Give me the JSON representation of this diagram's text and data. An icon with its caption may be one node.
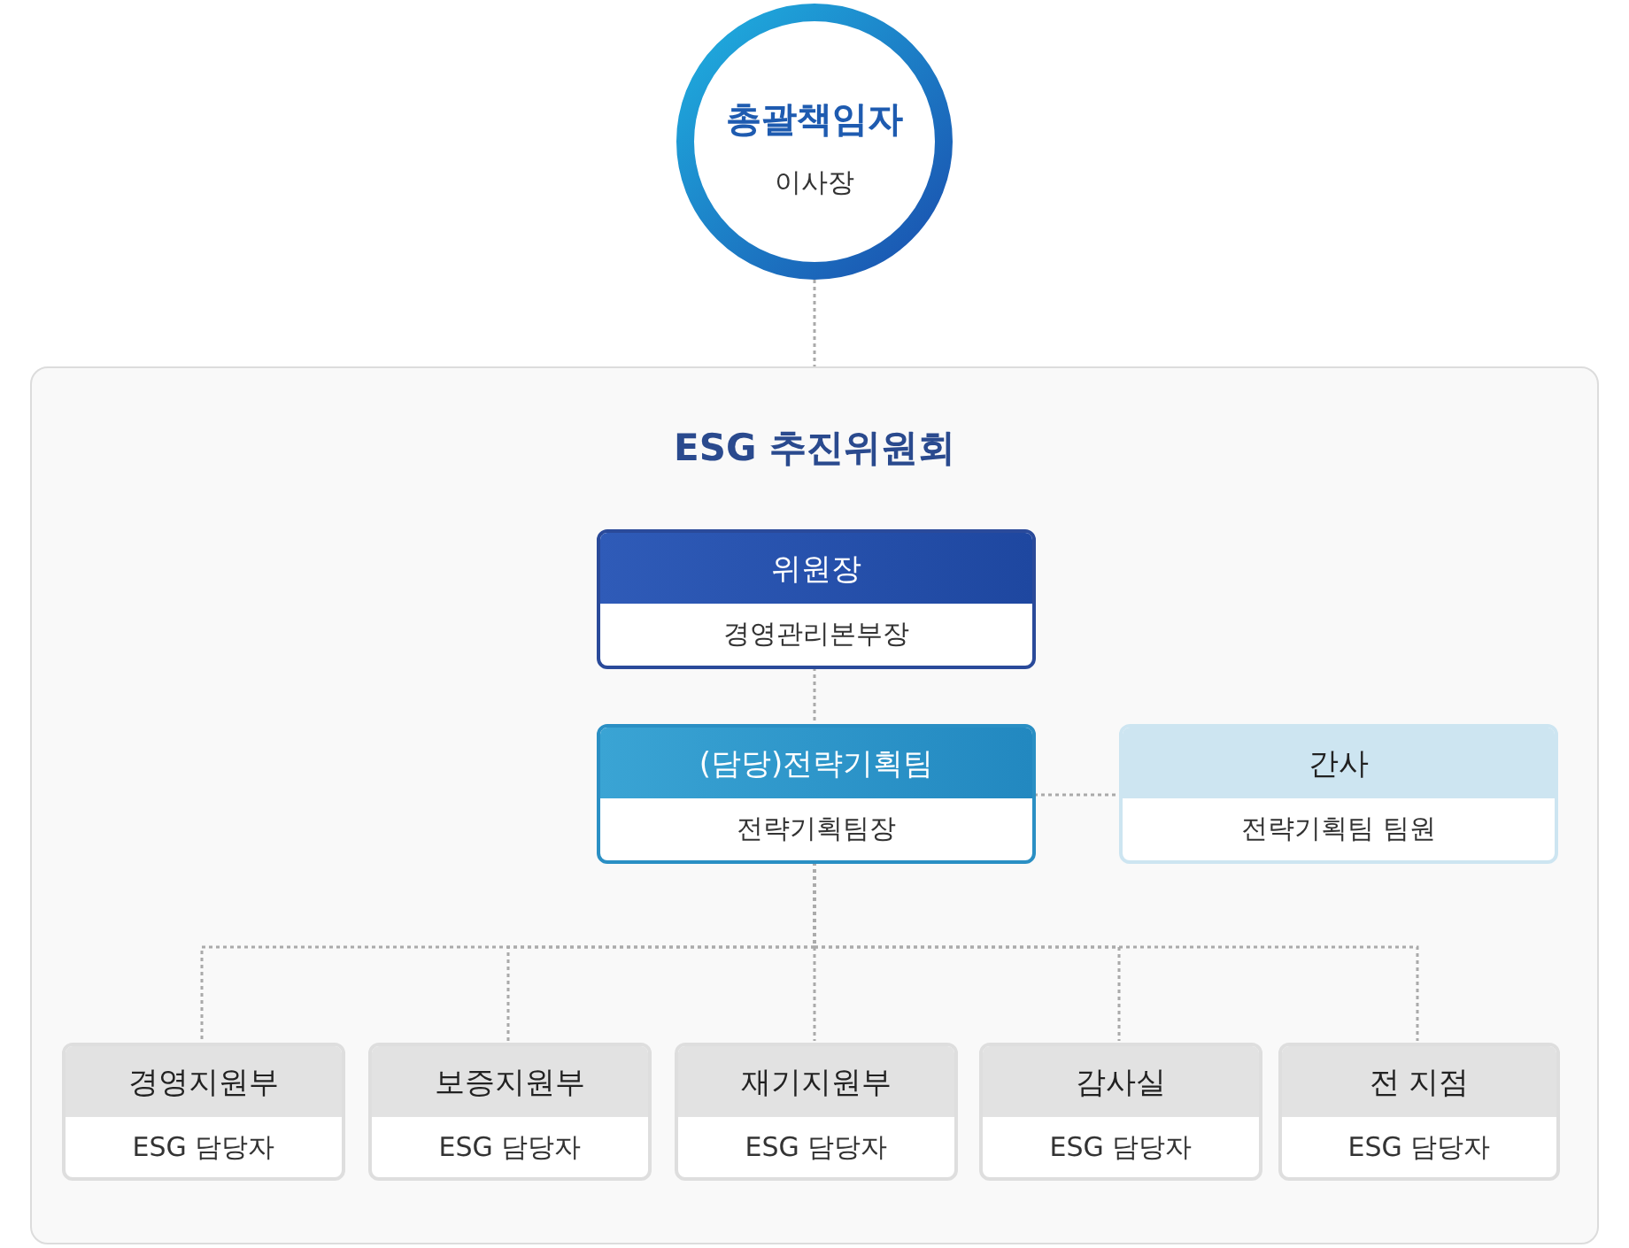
{
  "diagram": {
    "nodes": [
      {
        "text": [
          "총괄책임자",
          "이사장"
        ]
      },
      {
        "text": [
          "ESG 추진위원회"
        ]
      },
      {
        "text": [
          "위원장",
          "경영관리본부장"
        ],
        "in": 1
      },
      {
        "text": [
          "(담당)전략기획팀",
          "전략기획팀장"
        ],
        "in": 1
      },
      {
        "text": [
          "간사",
          "전략기획팀 팀원"
        ],
        "in": 1
      },
      {
        "text": [
          "경영지원부",
          "ESG 담당자"
        ],
        "in": 1
      },
      {
        "text": [
          "보증지원부",
          "ESG 담당자"
        ],
        "in": 1
      },
      {
        "text": [
          "재기지원부",
          "ESG 담당자"
        ],
        "in": 1
      },
      {
        "text": [
          "감사실",
          "ESG 담당자"
        ],
        "in": 1
      },
      {
        "text": [
          "전 지점",
          "ESG 담당자"
        ],
        "in": 1
      }
    ],
    "edges": [
      {
        "from": 0,
        "to": 1,
        "arrow": "none"
      },
      {
        "from": 2,
        "to": 3,
        "arrow": "none"
      },
      {
        "from": 3,
        "to": 4,
        "arrow": "none"
      },
      {
        "from": 3,
        "to": 5,
        "arrow": "none"
      },
      {
        "from": 3,
        "to": 6,
        "arrow": "none"
      },
      {
        "from": 3,
        "to": 7,
        "arrow": "none"
      },
      {
        "from": 3,
        "to": 8,
        "arrow": "none"
      },
      {
        "from": 3,
        "to": 9,
        "arrow": "none"
      }
    ]
  }
}
